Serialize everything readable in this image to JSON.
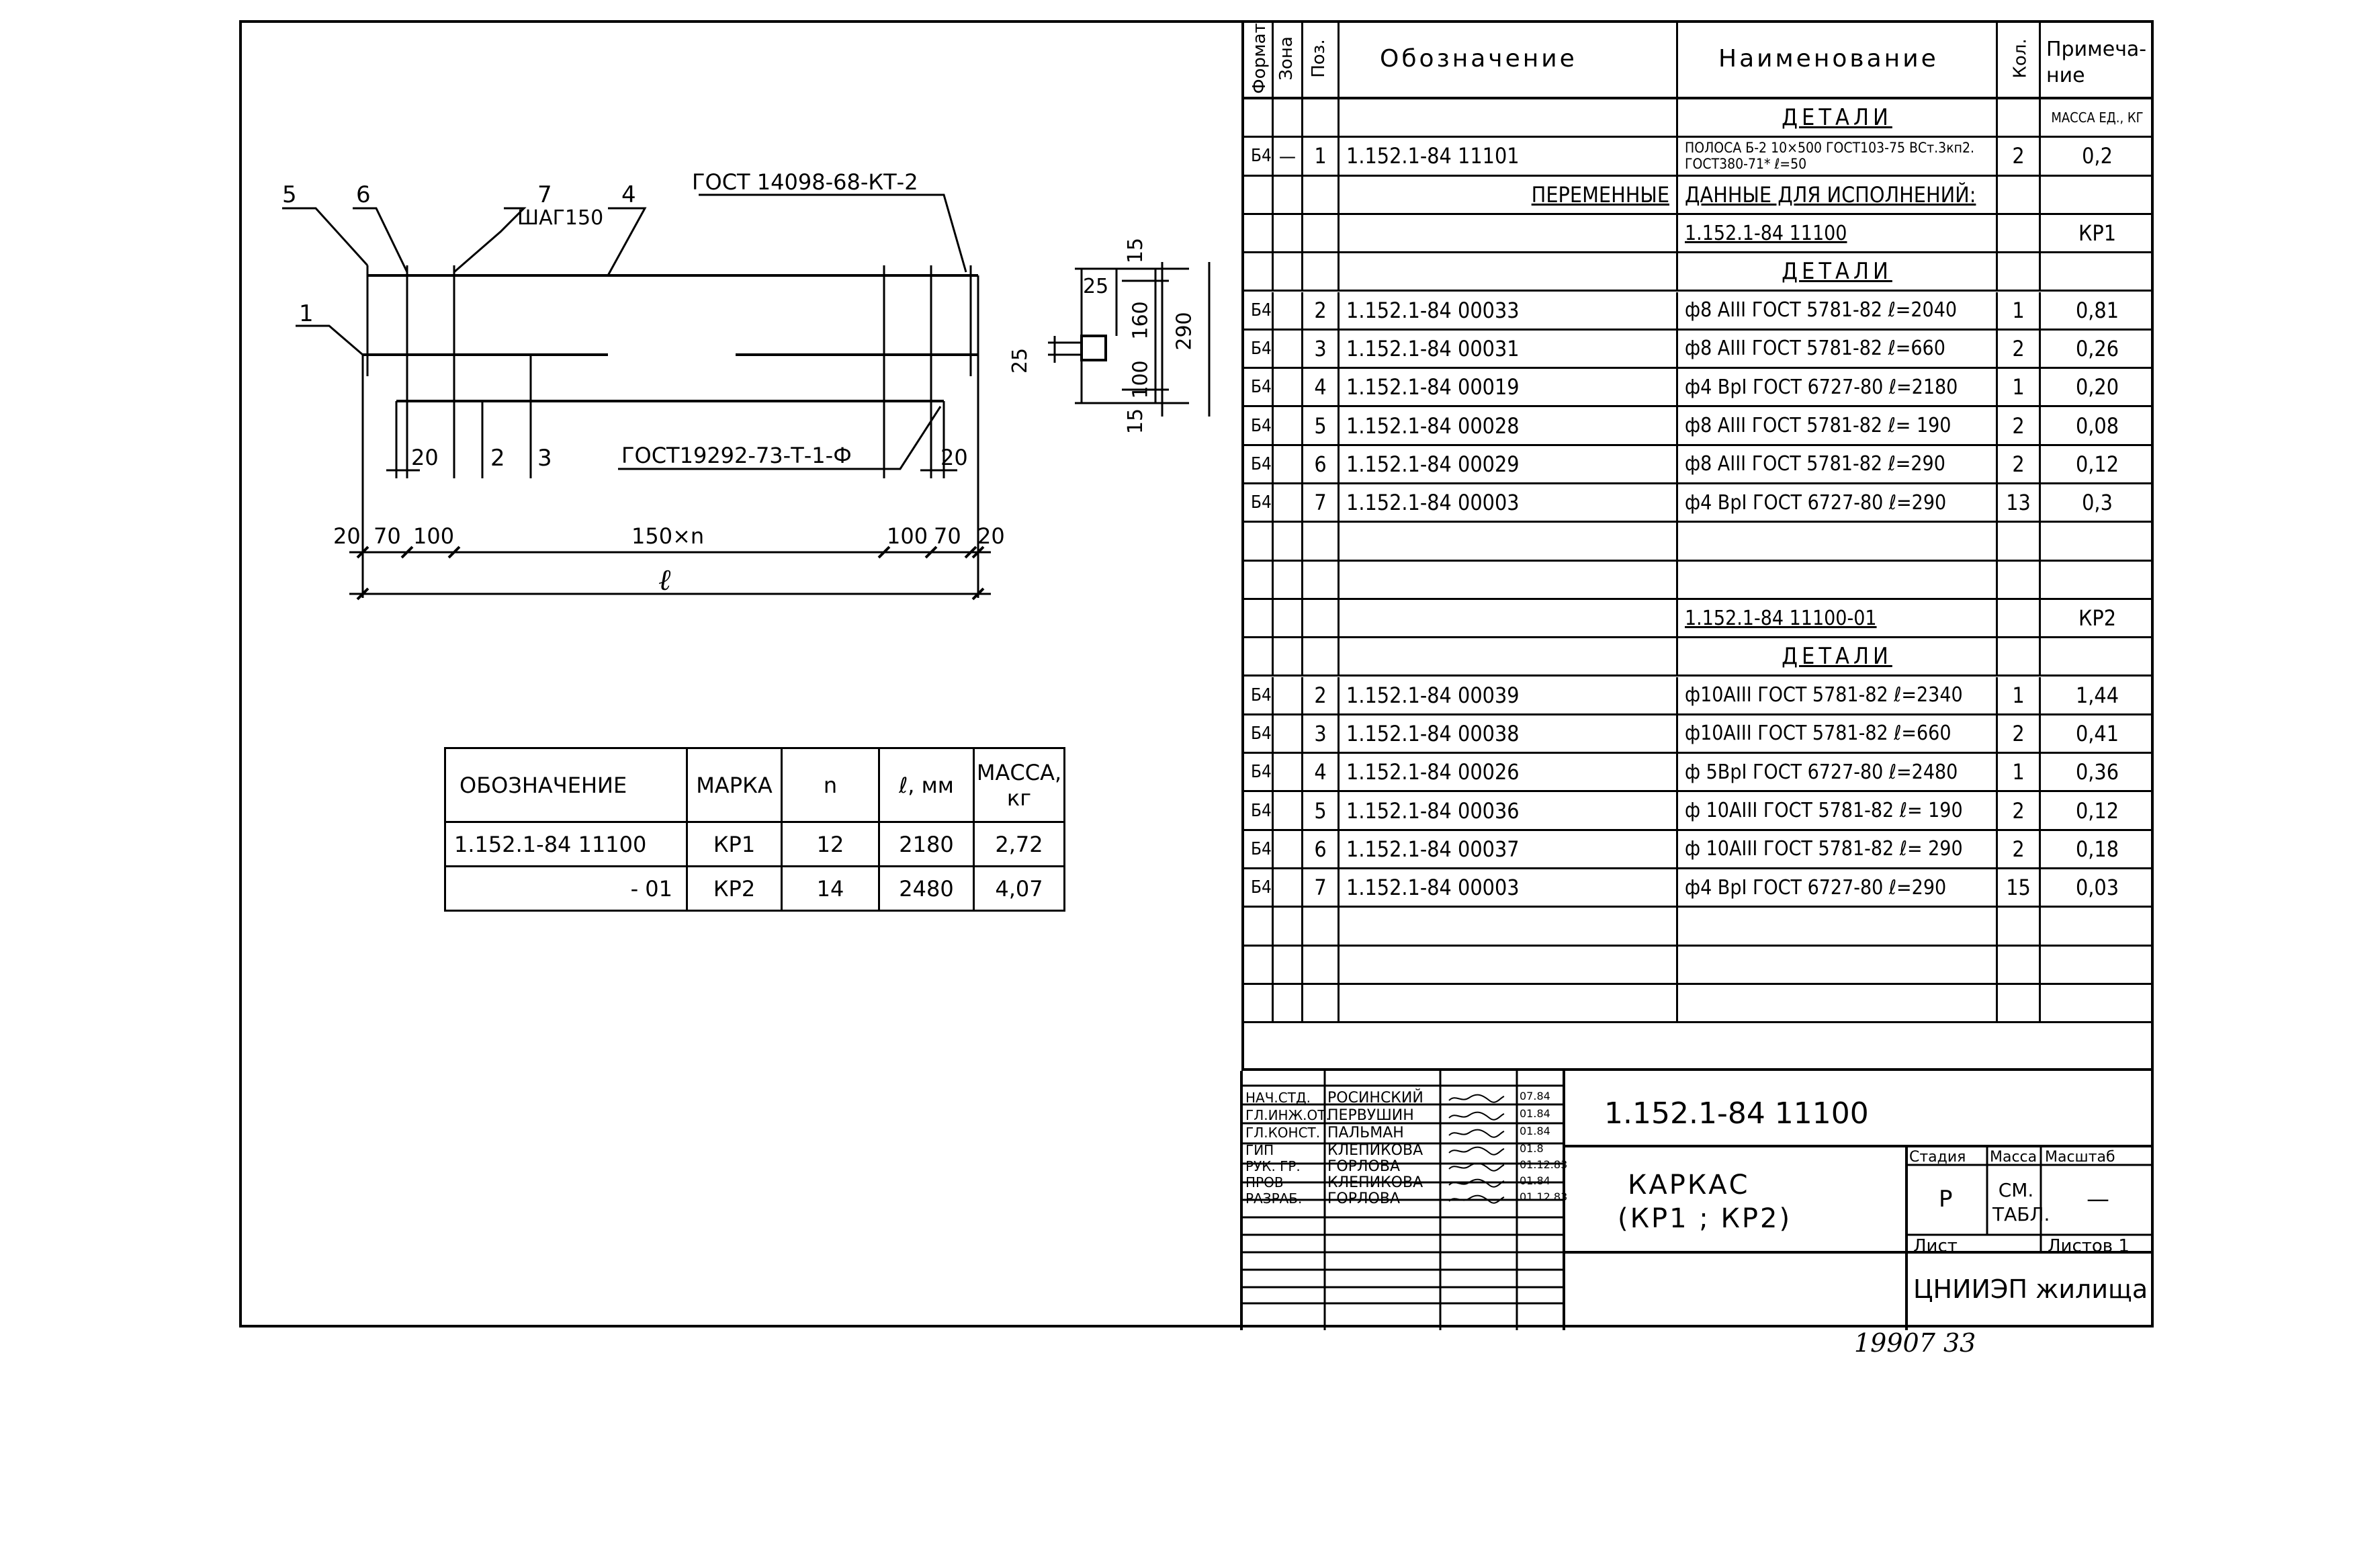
{
  "drawing": {
    "callouts": [
      "1",
      "2",
      "3",
      "4",
      "5",
      "6",
      "7"
    ],
    "step_label": "ШАГ150",
    "gost_top": "ГОСТ 14098-68-КТ-2",
    "gost_bottom": "ГОСТ19292-73-Т-1-Ф",
    "dims_bottom": [
      "20",
      "70",
      "100",
      "150×n",
      "100",
      "70",
      "20"
    ],
    "dim_20_left": "20",
    "dim_20_right": "20",
    "length_symbol": "ℓ"
  },
  "section": {
    "dims": [
      "15",
      "25",
      "160",
      "100",
      "15",
      "290",
      "25"
    ]
  },
  "variants_table": {
    "headers": [
      "ОБОЗНАЧЕНИЕ",
      "МАРКА",
      "n",
      "ℓ, мм",
      "МАССА, кг"
    ],
    "rows": [
      [
        "1.152.1-84  11100",
        "КР1",
        "12",
        "2180",
        "2,72"
      ],
      [
        "- 01",
        "КР2",
        "14",
        "2480",
        "4,07"
      ]
    ]
  },
  "spec": {
    "headers": {
      "format": "Формат",
      "zone": "Зона",
      "pos": "Поз.",
      "designation": "Обозначение",
      "name": "Наименование",
      "qty": "Кол.",
      "note": "Примеча-ние"
    },
    "mass_note": "МАССА ЕД., КГ",
    "rows": [
      {
        "f": "",
        "z": "",
        "p": "",
        "d": "",
        "n": "ДЕТАЛИ",
        "q": "",
        "m": "",
        "kind": "section"
      },
      {
        "f": "Б4",
        "z": "—",
        "p": "1",
        "d": "1.152.1-84   11101",
        "n": "ПОЛОСА Б-2 10×500 ГОСТ103-75 ВСт.3кп2. ГОСТ380-71* ℓ=50",
        "q": "2",
        "m": "0,2",
        "kind": "item"
      },
      {
        "f": "",
        "z": "",
        "p": "",
        "d": "ПЕРЕМЕННЫЕ",
        "n": "ДАННЫЕ ДЛЯ ИСПОЛНЕНИЙ:",
        "q": "",
        "m": "",
        "kind": "split"
      },
      {
        "f": "",
        "z": "",
        "p": "",
        "d": "",
        "n": "1.152.1-84   11100",
        "q": "",
        "m": "КР1",
        "kind": "variant"
      },
      {
        "f": "",
        "z": "",
        "p": "",
        "d": "",
        "n": "ДЕТАЛИ",
        "q": "",
        "m": "",
        "kind": "section"
      },
      {
        "f": "Б4",
        "z": "",
        "p": "2",
        "d": "1.152.1-84      00033",
        "n": "ф8 АIII ГОСТ 5781-82 ℓ=2040",
        "q": "1",
        "m": "0,81",
        "kind": "item"
      },
      {
        "f": "Б4",
        "z": "",
        "p": "3",
        "d": "1.152.1-84      00031",
        "n": "ф8 АIII ГОСТ 5781-82 ℓ=660",
        "q": "2",
        "m": "0,26",
        "kind": "item"
      },
      {
        "f": "Б4",
        "z": "",
        "p": "4",
        "d": "1.152.1-84      00019",
        "n": "ф4 ВрI ГОСТ 6727-80 ℓ=2180",
        "q": "1",
        "m": "0,20",
        "kind": "item"
      },
      {
        "f": "Б4",
        "z": "",
        "p": "5",
        "d": "1.152.1-84      00028",
        "n": "ф8 АIII ГОСТ 5781-82 ℓ= 190",
        "q": "2",
        "m": "0,08",
        "kind": "item"
      },
      {
        "f": "Б4",
        "z": "",
        "p": "6",
        "d": "1.152.1-84      00029",
        "n": "ф8 АIII ГОСТ 5781-82 ℓ=290",
        "q": "2",
        "m": "0,12",
        "kind": "item"
      },
      {
        "f": "Б4",
        "z": "",
        "p": "7",
        "d": "1.152.1-84      00003",
        "n": "ф4 ВрI ГОСТ 6727-80 ℓ=290",
        "q": "13",
        "m": "0,3",
        "kind": "item"
      },
      {
        "f": "",
        "z": "",
        "p": "",
        "d": "",
        "n": "",
        "q": "",
        "m": "",
        "kind": "blank"
      },
      {
        "f": "",
        "z": "",
        "p": "",
        "d": "",
        "n": "",
        "q": "",
        "m": "",
        "kind": "blank"
      },
      {
        "f": "",
        "z": "",
        "p": "",
        "d": "",
        "n": "1.152.1-84   11100-01",
        "q": "",
        "m": "КР2",
        "kind": "variant"
      },
      {
        "f": "",
        "z": "",
        "p": "",
        "d": "",
        "n": "ДЕТАЛИ",
        "q": "",
        "m": "",
        "kind": "section"
      },
      {
        "f": "Б4",
        "z": "",
        "p": "2",
        "d": "1.152.1-84      00039",
        "n": "ф10АIII ГОСТ 5781-82 ℓ=2340",
        "q": "1",
        "m": "1,44",
        "kind": "item"
      },
      {
        "f": "Б4",
        "z": "",
        "p": "3",
        "d": "1.152.1-84      00038",
        "n": "ф10АIII ГОСТ 5781-82 ℓ=660",
        "q": "2",
        "m": "0,41",
        "kind": "item"
      },
      {
        "f": "Б4",
        "z": "",
        "p": "4",
        "d": "1.152.1-84      00026",
        "n": "ф 5ВрI ГОСТ 6727-80 ℓ=2480",
        "q": "1",
        "m": "0,36",
        "kind": "item"
      },
      {
        "f": "Б4",
        "z": "",
        "p": "5",
        "d": "1.152.1-84      00036",
        "n": "ф 10АIII ГОСТ 5781-82 ℓ= 190",
        "q": "2",
        "m": "0,12",
        "kind": "item"
      },
      {
        "f": "Б4",
        "z": "",
        "p": "6",
        "d": "1.152.1-84      00037",
        "n": "ф 10АIII ГОСТ 5781-82 ℓ= 290",
        "q": "2",
        "m": "0,18",
        "kind": "item"
      },
      {
        "f": "Б4",
        "z": "",
        "p": "7",
        "d": "1.152.1-84      00003",
        "n": "ф4 ВрI ГОСТ 6727-80 ℓ=290",
        "q": "15",
        "m": "0,03",
        "kind": "item"
      },
      {
        "f": "",
        "z": "",
        "p": "",
        "d": "",
        "n": "",
        "q": "",
        "m": "",
        "kind": "blank"
      },
      {
        "f": "",
        "z": "",
        "p": "",
        "d": "",
        "n": "",
        "q": "",
        "m": "",
        "kind": "blank"
      },
      {
        "f": "",
        "z": "",
        "p": "",
        "d": "",
        "n": "",
        "q": "",
        "m": "",
        "kind": "blank"
      }
    ]
  },
  "title_block": {
    "code": "1.152.1-84       11100",
    "title_line1": "КАРКАС",
    "title_line2": "(КР1 ; КР2)",
    "stage_label": "Стадия",
    "mass_label": "Масса",
    "scale_label": "Масштаб",
    "stage": "Р",
    "mass": "СМ. ТАБЛ.",
    "scale": "—",
    "sheet_label": "Лист",
    "sheets_label": "Листов 1",
    "org": "ЦНИИЭП жилища",
    "staff": [
      {
        "role": "НАЧ.СТД.",
        "name": "РОСИНСКИЙ",
        "date": "07.84"
      },
      {
        "role": "ГЛ.ИНЖ.ОТ.",
        "name": "ПЕРВУШИН",
        "date": "01.84"
      },
      {
        "role": "ГЛ.КОНСТ.",
        "name": "ПАЛЬМАН",
        "date": "01.84"
      },
      {
        "role": "ГИП",
        "name": "КЛЕПИКОВА",
        "date": "01.8"
      },
      {
        "role": "РУК. ГР.",
        "name": "ГОРЛОВА",
        "date": "01.12.83"
      },
      {
        "role": "ПРОВ",
        "name": "КЛЕПИКОВА",
        "date": "01.84"
      },
      {
        "role": "РАЗРАБ.",
        "name": "ГОРЛОВА",
        "date": "01.12.83"
      }
    ]
  },
  "footer_number": "19907  33"
}
